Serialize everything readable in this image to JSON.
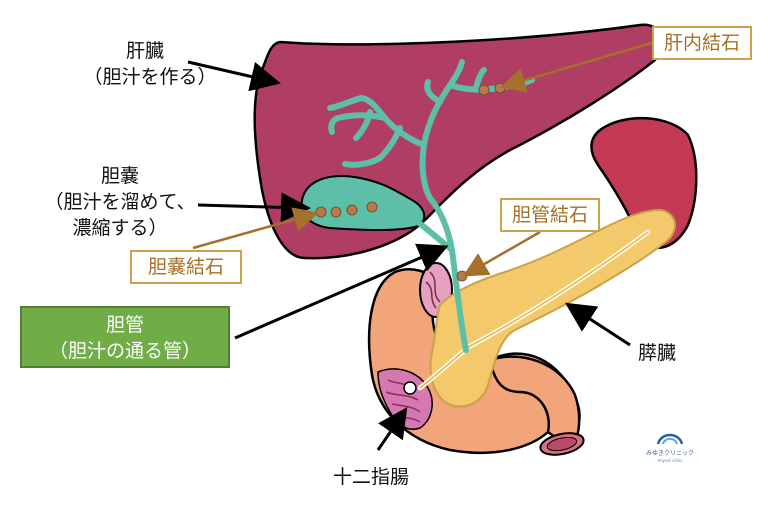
{
  "labels": {
    "liver": {
      "name": "肝臓",
      "desc": "（胆汁を作る）"
    },
    "gallbladder": {
      "name": "胆嚢",
      "desc1": "（胆汁を溜めて、",
      "desc2": "濃縮する）"
    },
    "liver_stone": "肝内結石",
    "bile_duct_stone": "胆管結石",
    "gallbladder_stone": "胆嚢結石",
    "bile_duct": {
      "name": "胆管",
      "desc": "（胆汁の通る管）"
    },
    "pancreas": "膵臓",
    "duodenum": "十二指腸"
  },
  "logo": {
    "name": "みゆきクリニック",
    "sub": "miyuki clinic"
  },
  "colors": {
    "liver": "#b03d63",
    "bile": "#5dbfa8",
    "stone": "#b87a4b",
    "pancreas": "#f3c96b",
    "duodenum": "#f2a57a",
    "spleen": "#c43a55",
    "stone_box_border": "#c9a24a",
    "stone_box_text": "#a5702a",
    "bile_box": "#70ad47"
  }
}
